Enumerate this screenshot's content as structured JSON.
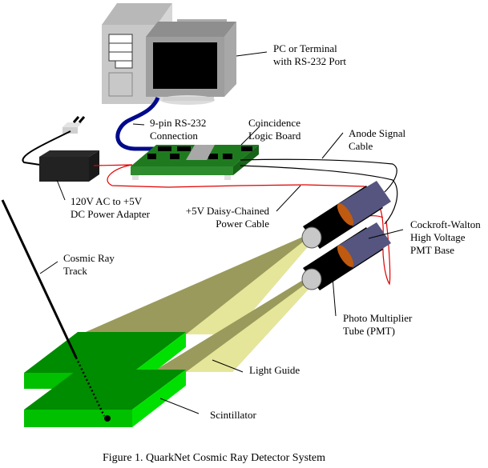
{
  "caption": "Figure 1.  QuarkNet Cosmic Ray Detector System",
  "labels": {
    "pc": [
      "PC or Terminal",
      "with RS-232 Port"
    ],
    "rs232": [
      "9-pin RS-232",
      "Connection"
    ],
    "board": [
      "Coincidence",
      "Logic Board"
    ],
    "anode": [
      "Anode Signal",
      "Cable"
    ],
    "adapter": [
      "120V AC to +5V",
      "DC Power Adapter"
    ],
    "power_cable": [
      "+5V Daisy-Chained",
      "Power Cable"
    ],
    "cockroft": [
      "Cockroft-Walton",
      "High Voltage",
      "PMT Base"
    ],
    "cosmic": [
      "Cosmic Ray",
      "Track"
    ],
    "pmt": [
      "Photo Multiplier",
      "Tube (PMT)"
    ],
    "light_guide": [
      "Light Guide"
    ],
    "scintillator": [
      "Scintillator"
    ]
  },
  "colors": {
    "scint_top": "#008c00",
    "scint_front": "#00c000",
    "scint_side": "#00e000",
    "guide_top": "#9a9a5c",
    "guide_side": "#e6e69a",
    "board": "#1f7a1f",
    "pmt_body": "#000000",
    "pmt_ring": "#c05a10",
    "pmt_base": "#55557f",
    "power_cable": "#e00000",
    "serial_cable": "#000a8c"
  }
}
